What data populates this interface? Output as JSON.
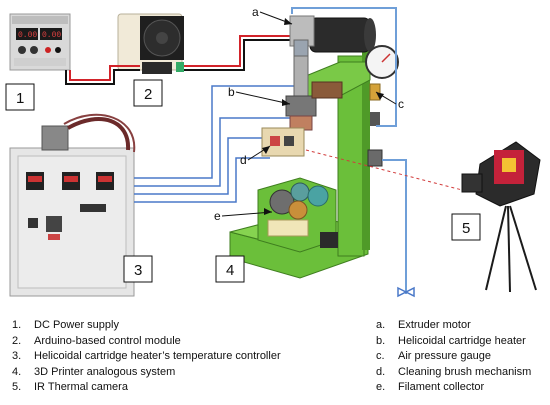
{
  "figure": {
    "number_labels": [
      "1",
      "2",
      "3",
      "4",
      "5"
    ],
    "letter_labels": [
      "a",
      "b",
      "c",
      "d",
      "e"
    ]
  },
  "legend_numbers": [
    {
      "key": "1.",
      "text": "DC Power supply"
    },
    {
      "key": "2.",
      "text": "Arduino-based control module"
    },
    {
      "key": "3.",
      "text": "Helicoidal cartridge heater’s temperature controller"
    },
    {
      "key": "4.",
      "text": "3D Printer analogous system"
    },
    {
      "key": "5.",
      "text": "IR Thermal camera"
    }
  ],
  "legend_letters": [
    {
      "key": "a.",
      "text": "Extruder motor"
    },
    {
      "key": "b.",
      "text": "Helicoidal cartridge heater"
    },
    {
      "key": "c.",
      "text": "Air pressure gauge"
    },
    {
      "key": "d.",
      "text": "Cleaning brush mechanism"
    },
    {
      "key": "e.",
      "text": "Filament collector"
    }
  ],
  "colors": {
    "frame_green": "#6bbf3a",
    "wire_blue": "#4a78c8",
    "air_line": "#6f9fd8",
    "wire_red": "#d2232a",
    "wire_black": "#111111",
    "motor_dark": "#2b2b2b",
    "panel_grey": "#e6e6e6",
    "laser_red": "#d23c3c"
  }
}
